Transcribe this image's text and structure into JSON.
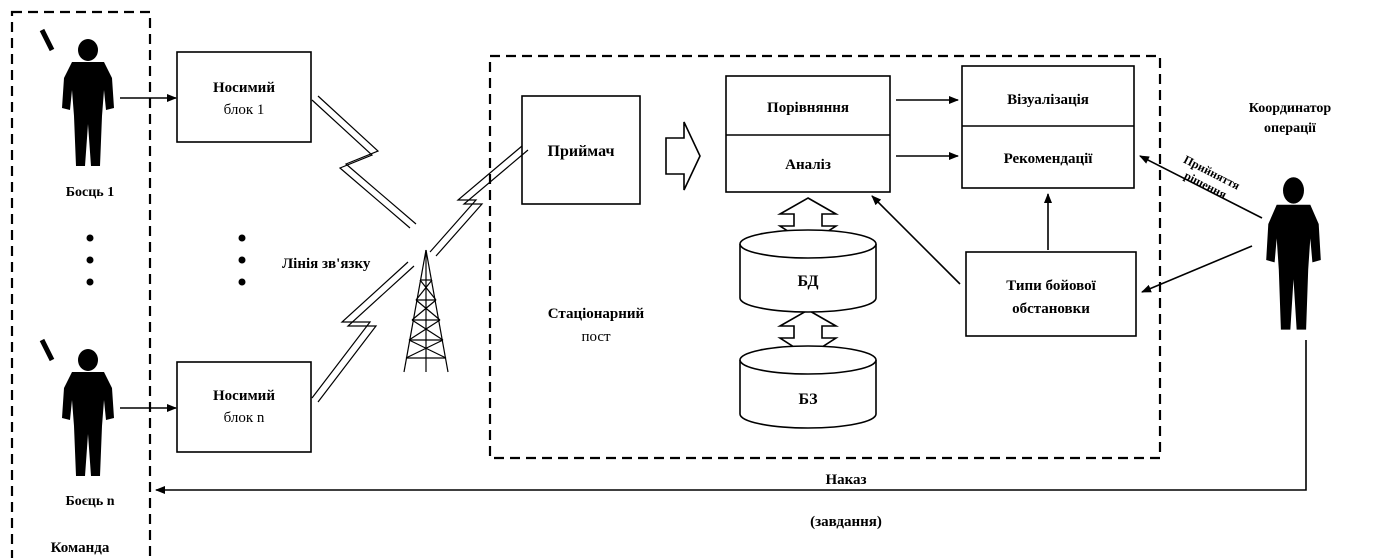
{
  "team": {
    "label": "Команда",
    "fighter_1": "Босць 1",
    "fighter_n": "Боєць n"
  },
  "units": {
    "unit_1": [
      "Носимий",
      "блок 1"
    ],
    "unit_n": [
      "Носимий",
      "блок n"
    ]
  },
  "link_label": "Лінія зв'язку",
  "post": {
    "label": [
      "Стаціонарний",
      "пост"
    ],
    "receiver": "Приймач",
    "compare": "Порівняння",
    "analysis": "Аналіз",
    "db": "БД",
    "kb": "БЗ",
    "visualization": "Візуалізація",
    "recommendations": "Рекомендації",
    "situation_types": [
      "Типи бойової",
      "обстановки"
    ]
  },
  "coordinator": {
    "label": [
      "Координатор",
      "операції"
    ],
    "decision": [
      "Прийняття",
      "рішення"
    ]
  },
  "order": [
    "Наказ",
    "(завдання)"
  ]
}
